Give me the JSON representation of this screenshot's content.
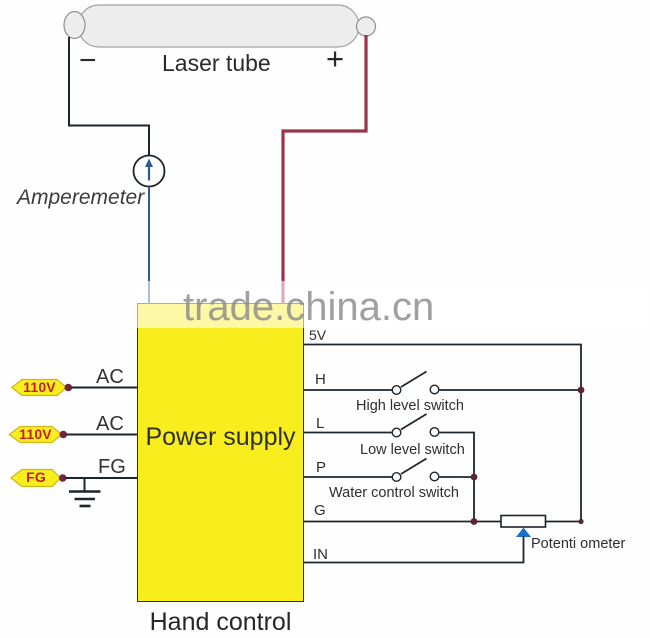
{
  "laser_tube": {
    "label": "Laser tube",
    "negative": "−",
    "positive": "+"
  },
  "amperemeter": {
    "label": "Amperemeter"
  },
  "watermark": {
    "text": "trade.china.cn"
  },
  "power_supply": {
    "label": "Power supply",
    "caption": "Hand control"
  },
  "ac_inputs": [
    {
      "tag": "110V",
      "wire": "AC"
    },
    {
      "tag": "110V",
      "wire": "AC"
    },
    {
      "tag": "FG",
      "wire": "FG"
    }
  ],
  "terminals": [
    "5V",
    "H",
    "L",
    "P",
    "G",
    "IN"
  ],
  "switches": [
    {
      "label": "High level switch"
    },
    {
      "label": "Low level switch"
    },
    {
      "label": "Water control switch"
    }
  ],
  "potentiometer": {
    "label": "Potenti ometer"
  },
  "colors": {
    "power_supply_fill": "#f8ee1e",
    "tag_fill": "#f8ee1e",
    "tag_text": "#c4202b",
    "anode_wire": "#993549",
    "cathode_meter_wire": "#2c5c92",
    "wire": "#1c242e",
    "potentiometer_arrow": "#1a70c8",
    "watermark_gray": "#8a8a8a",
    "tube_fill": "#ededed"
  }
}
